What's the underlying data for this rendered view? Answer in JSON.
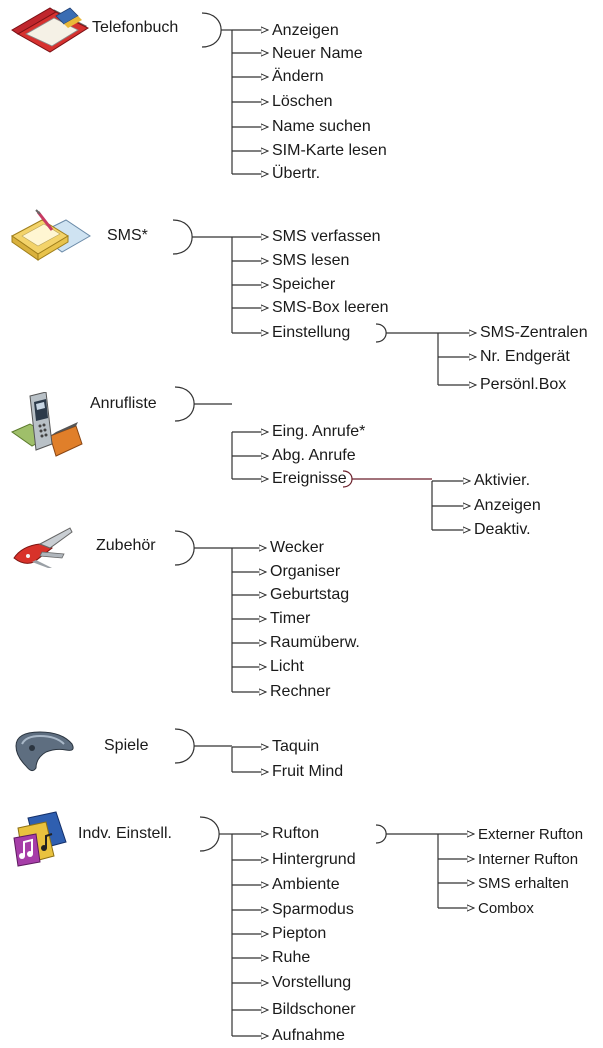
{
  "menus": [
    {
      "label": "Telefonbuch",
      "icon": "phonebook-icon",
      "items": [
        "Anzeigen",
        "Neuer Name",
        "Ändern",
        "Löschen",
        "Name suchen",
        "SIM-Karte lesen",
        "Übertr."
      ]
    },
    {
      "label": "SMS*",
      "icon": "sms-notepad-icon",
      "items": [
        "SMS verfassen",
        "SMS lesen",
        "Speicher",
        "SMS-Box leeren",
        "Einstellung"
      ],
      "submenu": {
        "parent": "Einstellung",
        "items": [
          "SMS-Zentralen",
          "Nr. Endgerät",
          "Persönl.Box"
        ]
      }
    },
    {
      "label": "Anrufliste",
      "icon": "mobile-phone-icon",
      "items": [
        "Eing. Anrufe*",
        "Abg. Anrufe",
        "Ereignisse"
      ],
      "submenu": {
        "parent": "Ereignisse",
        "items": [
          "Aktivier.",
          "Anzeigen",
          "Deaktiv."
        ]
      }
    },
    {
      "label": "Zubehör",
      "icon": "swiss-knife-icon",
      "items": [
        "Wecker",
        "Organiser",
        "Geburtstag",
        "Timer",
        "Raumüberw.",
        "Licht",
        "Rechner"
      ]
    },
    {
      "label": "Spiele",
      "icon": "gamepad-icon",
      "items": [
        "Taquin",
        "Fruit Mind"
      ]
    },
    {
      "label": "Indv. Einstell.",
      "icon": "music-notes-icon",
      "items": [
        "Rufton",
        "Hintergrund",
        "Ambiente",
        "Sparmodus",
        "Piepton",
        "Ruhe",
        "Vorstellung",
        "Bildschoner",
        "Aufnahme"
      ],
      "submenu": {
        "parent": "Rufton",
        "items": [
          "Externer Rufton",
          "Interner Rufton",
          "SMS erhalten",
          "Combox"
        ]
      }
    }
  ],
  "colors": {
    "line": "#333333",
    "ereignisse_connector": "#6b1f2a",
    "text": "#1a1a1a"
  }
}
